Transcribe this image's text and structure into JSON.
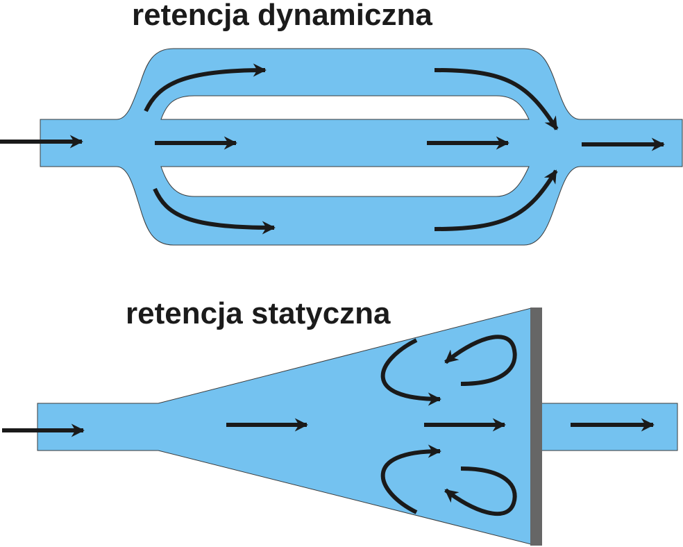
{
  "labels": {
    "dynamic": "retencja dynamiczna",
    "static": "retencja statyczna"
  },
  "colors": {
    "water": "#74c2f0",
    "outline": "#3a3a3a",
    "arrow": "#1a1a1a",
    "wall": "#666666"
  },
  "icons": {
    "flow_arrow": "flow-arrow-icon",
    "wall": "weir-wall"
  }
}
